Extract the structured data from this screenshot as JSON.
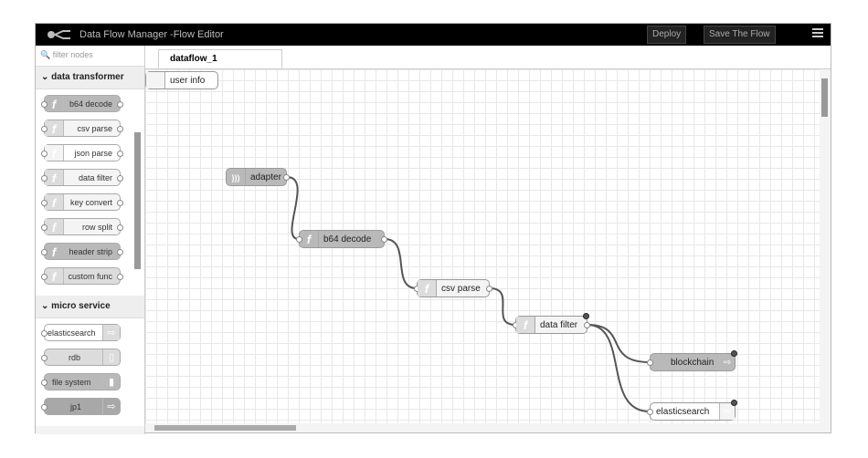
{
  "header": {
    "title": "Data Flow Manager -Flow Editor",
    "deploy": "Deploy",
    "save": "Save The Flow"
  },
  "sidebar": {
    "filter_placeholder": "filter nodes",
    "categories": [
      {
        "label": "data transformer",
        "nodes": [
          "b64 decode",
          "csv parse",
          "json parse",
          "data filter",
          "key convert",
          "row split",
          "header strip",
          "custom func"
        ]
      },
      {
        "label": "micro service",
        "nodes": [
          "elasticsearch",
          "rdb",
          "file system",
          "jp1"
        ]
      }
    ]
  },
  "tabs": [
    {
      "label": "dataflow_1"
    }
  ],
  "canvas": {
    "nodes": [
      {
        "label": "user info"
      },
      {
        "label": "adapter"
      },
      {
        "label": "b64 decode"
      },
      {
        "label": "csv parse"
      },
      {
        "label": "data filter"
      },
      {
        "label": "blockchain"
      },
      {
        "label": "elasticsearch"
      }
    ]
  }
}
